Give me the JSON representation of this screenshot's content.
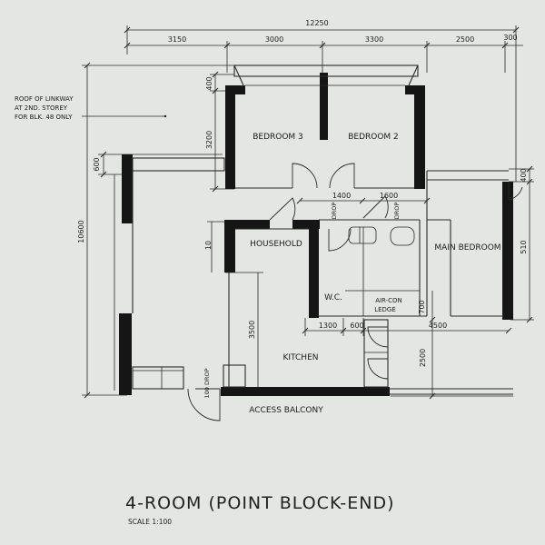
{
  "dimensions": {
    "overall_width": "12250",
    "top_segments": [
      "3150",
      "3000",
      "3300",
      "2500",
      "300"
    ],
    "overall_height": "10600",
    "left_600": "600",
    "bedroom_depth_400": "400",
    "bedroom_depth_3200": "3200",
    "inner_1400": "1400",
    "inner_1600": "1600",
    "right_400": "400",
    "right_510": "510",
    "household_10": "10",
    "kitchen_3500": "3500",
    "bottom_1300": "1300",
    "bottom_600": "600",
    "ledge_700": "700",
    "bottom_4500": "4500",
    "right_2500": "2500"
  },
  "rooms": {
    "bedroom3": "BEDROOM 3",
    "bedroom2": "BEDROOM 2",
    "household": "HOUSEHOLD",
    "master": "MAIN BEDROOM",
    "kitchen": "KITCHEN",
    "wc": "W.C.",
    "aircon": "AIR-CON",
    "ledge": "LEDGE"
  },
  "labels": {
    "drop1": "DROP",
    "drop2": "DROP",
    "drop3": "100 DROP",
    "access_balcony": "ACCESS BALCONY",
    "roof_note": [
      "ROOF OF LINKWAY",
      "AT 2ND. STOREY",
      "FOR BLK. 48 ONLY"
    ]
  },
  "title": "4-ROOM (POINT BLOCK-END)",
  "scale": "SCALE 1:100"
}
